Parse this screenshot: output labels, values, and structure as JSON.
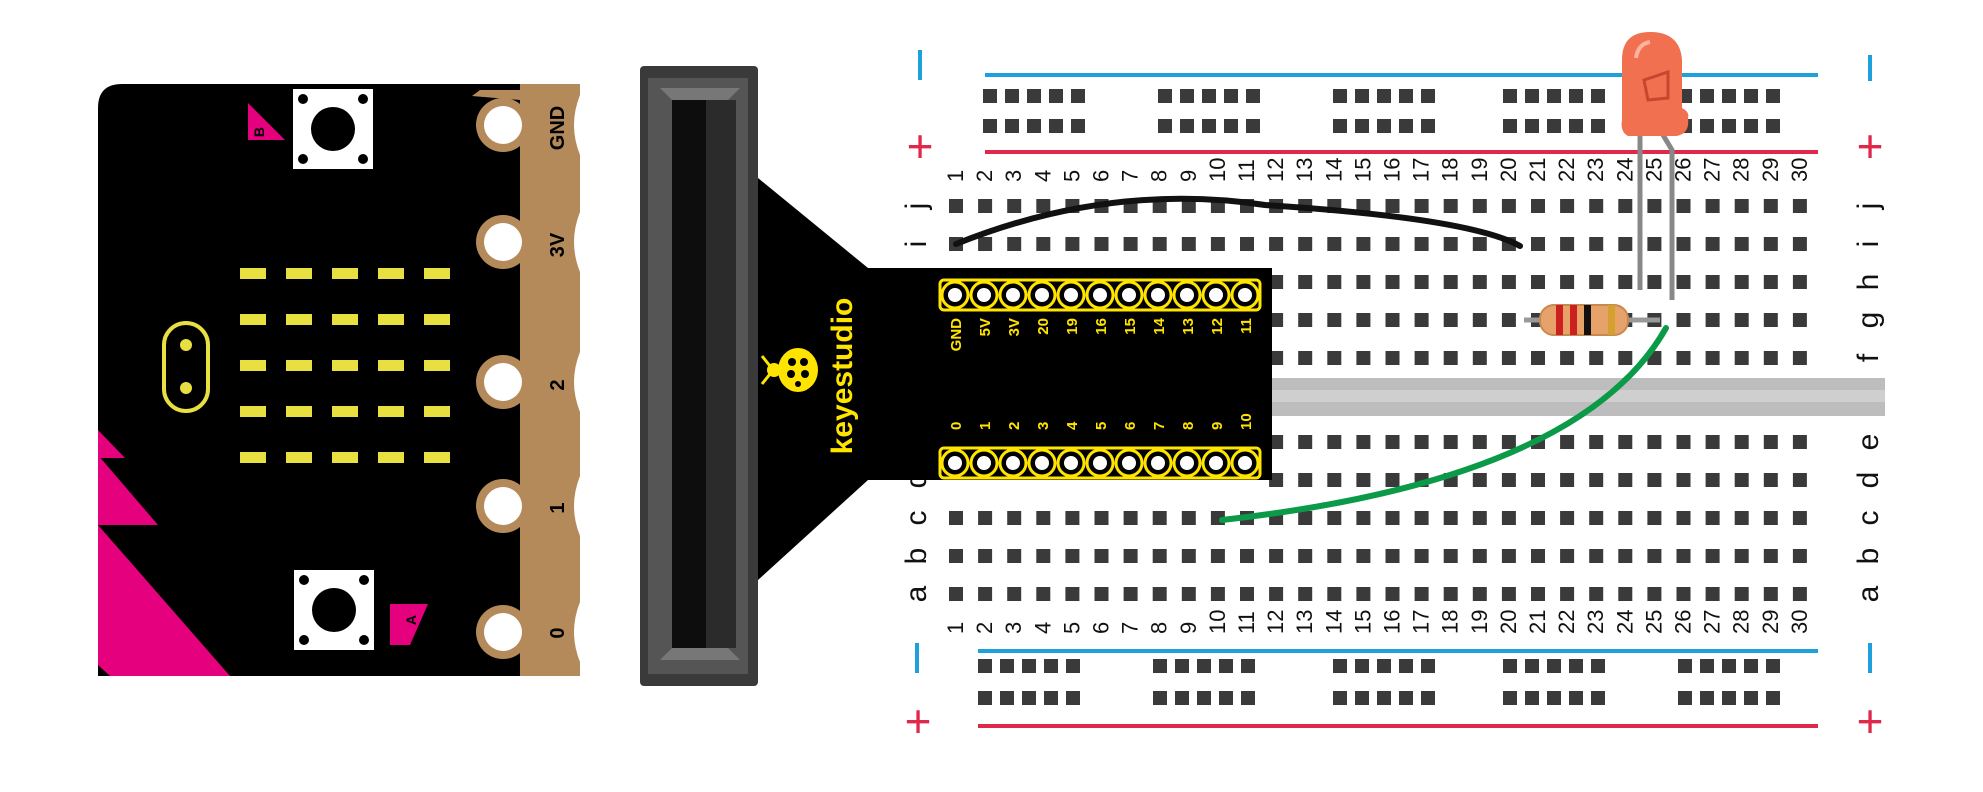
{
  "microbit": {
    "edge_labels": [
      "GND",
      "3V",
      "2",
      "1",
      "0"
    ],
    "button_a": "A",
    "button_b": "B",
    "led_color": "#e8e040",
    "board_color": "#000000",
    "accent_color": "#e5007e",
    "edge_color": "#b58a5a"
  },
  "adapter": {
    "brand": "keyestudio",
    "top_pins": [
      "GND",
      "5V",
      "3V",
      "20",
      "19",
      "16",
      "15",
      "14",
      "13",
      "12",
      "11"
    ],
    "bottom_pins": [
      "0",
      "1",
      "2",
      "3",
      "4",
      "5",
      "6",
      "7",
      "8",
      "9",
      "10"
    ],
    "accent_color": "#ffe400"
  },
  "breadboard": {
    "columns": [
      "1",
      "2",
      "3",
      "4",
      "5",
      "6",
      "7",
      "8",
      "9",
      "10",
      "11",
      "12",
      "13",
      "14",
      "15",
      "16",
      "17",
      "18",
      "19",
      "20",
      "21",
      "22",
      "23",
      "24",
      "25",
      "26",
      "27",
      "28",
      "29",
      "30"
    ],
    "rows_top": [
      "j",
      "i",
      "h",
      "g",
      "f"
    ],
    "rows_bottom": [
      "e",
      "d",
      "c",
      "b",
      "a"
    ],
    "rail_minus": "−",
    "rail_plus": "+",
    "minus_color": "#1ea0dc",
    "plus_color": "#e0284a"
  },
  "components": {
    "led_color": "#f07050",
    "resistor_bands": [
      "#cc2020",
      "#cc2020",
      "#111111",
      "#d4a030"
    ],
    "wire_black": "#111111",
    "wire_green": "#0a9a48"
  }
}
